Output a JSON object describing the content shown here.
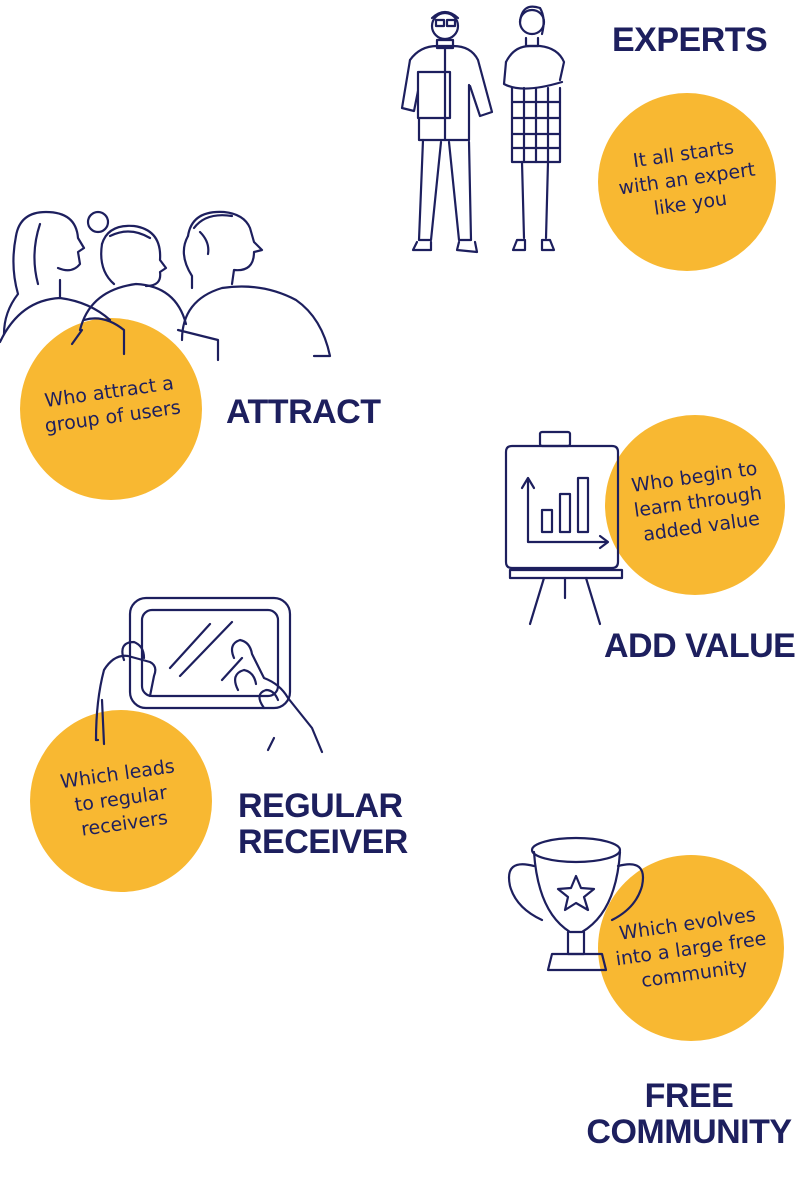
{
  "colors": {
    "ink": "#1d1f5e",
    "accent": "#f8b832",
    "background": "#ffffff"
  },
  "steps": [
    {
      "title": "EXPERTS",
      "bubble": [
        "It all starts",
        "with an expert",
        "like you"
      ],
      "icon": "experts-icon"
    },
    {
      "title": "ATTRACT",
      "bubble": [
        "Who attract a",
        "group of users"
      ],
      "icon": "audience-icon"
    },
    {
      "title": "ADD VALUE",
      "bubble": [
        "Who begin to",
        "learn through",
        "added value"
      ],
      "icon": "flipchart-icon"
    },
    {
      "title_lines": [
        "REGULAR",
        "RECEIVER"
      ],
      "bubble": [
        "Which leads",
        "to regular",
        "receivers"
      ],
      "icon": "tablet-icon"
    },
    {
      "title_lines": [
        "FREE",
        "COMMUNITY"
      ],
      "bubble": [
        "Which evolves",
        "into a large free",
        "community"
      ],
      "icon": "trophy-icon"
    }
  ]
}
